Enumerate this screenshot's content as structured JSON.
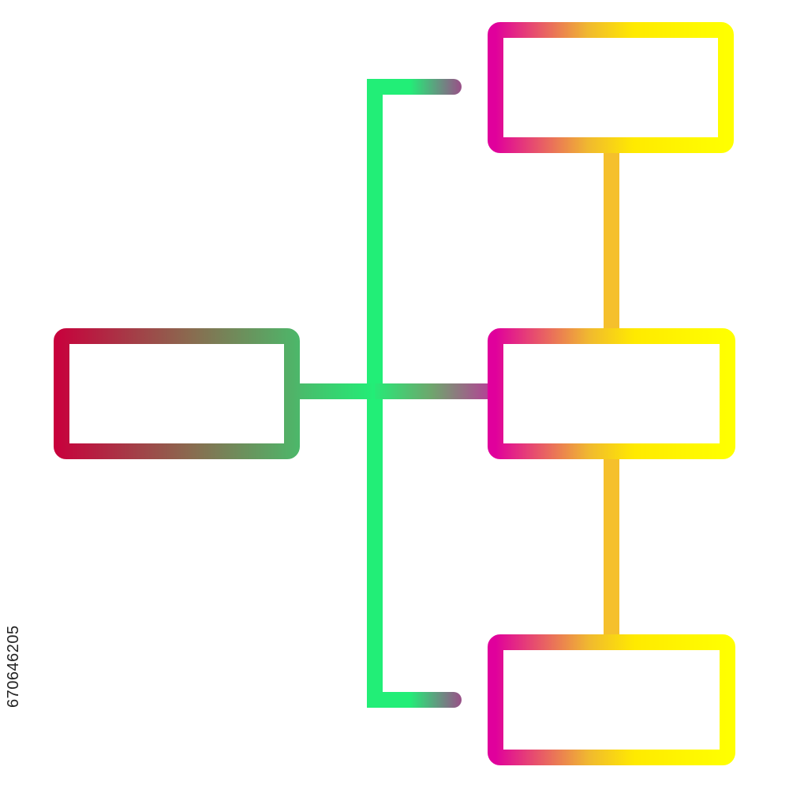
{
  "diagram": {
    "nodes": [
      {
        "id": "root"
      },
      {
        "id": "top"
      },
      {
        "id": "middle"
      },
      {
        "id": "bottom"
      }
    ],
    "connectors": [
      "root-to-spine",
      "spine-top-branch",
      "spine-bottom-branch",
      "spine-to-middle",
      "top-to-middle",
      "middle-to-bottom"
    ]
  },
  "colors": {
    "root_start": "#c8003c",
    "root_mid": "#8a6a4f",
    "root_end": "#4cb86a",
    "spine": "#22ee77",
    "branch_end": "#9a4f88",
    "node_start": "#e0009c",
    "node_mid": "#f0b830",
    "node_end": "#ffff00",
    "vertical_link": "#f5c02c",
    "background": "#ffffff"
  },
  "watermark": {
    "stock_id": "670646205"
  }
}
